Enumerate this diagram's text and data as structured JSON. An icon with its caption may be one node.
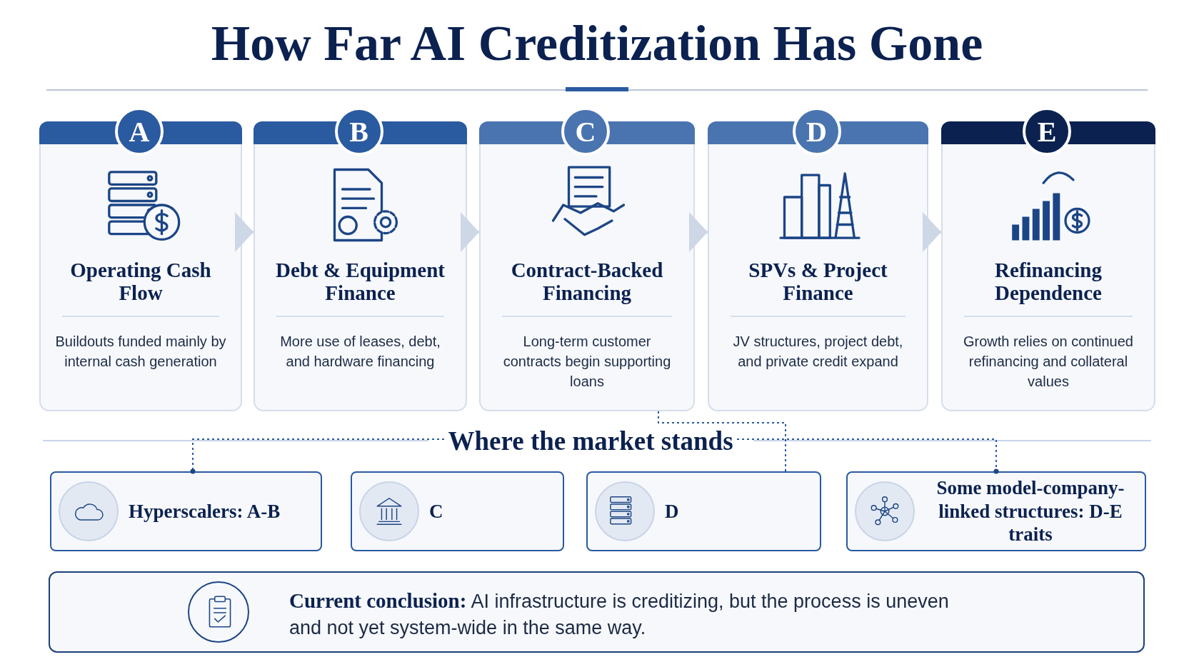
{
  "diagram": {
    "title": "How Far AI Creditization Has Gone",
    "nodes": [
      {
        "text": [
          "A",
          "Operating Cash Flow",
          "Buildouts funded mainly by internal cash generation"
        ]
      },
      {
        "text": [
          "B",
          "Debt & Equipment Finance",
          "More use of leases, debt, and hardware financing"
        ]
      },
      {
        "text": [
          "C",
          "Contract-Backed Financing",
          "Long-term customer contracts begin supporting loans"
        ]
      },
      {
        "text": [
          "D",
          "SPVs & Project Finance",
          "JV structures, project debt, and private credit expand"
        ]
      },
      {
        "text": [
          "E",
          "Refinancing Dependence",
          "Growth relies on continued refinancing and collateral values"
        ]
      },
      {
        "text": [
          "Where the market stands"
        ]
      },
      {
        "text": [
          "Hyperscalers: A-B"
        ]
      },
      {
        "text": [
          "C"
        ]
      },
      {
        "text": [
          "D"
        ]
      },
      {
        "text": [
          "Some model-company-linked structures: D-E traits"
        ]
      },
      {
        "text": [
          "**Current conclusion:** AI infrastructure is creditizing, but the process is uneven and not yet system-wide in the same way."
        ]
      }
    ],
    "edges": [
      {
        "from": 0,
        "to": 1,
        "arrow": "to"
      },
      {
        "from": 1,
        "to": 2,
        "arrow": "to"
      },
      {
        "from": 2,
        "to": 3,
        "arrow": "to"
      },
      {
        "from": 3,
        "to": 4,
        "arrow": "to"
      },
      {
        "from": 2,
        "to": 8,
        "arrow": "none",
        "style": "dashed",
        "color": "#2a5aa0"
      },
      {
        "from": 5,
        "to": 6,
        "arrow": "other",
        "style": "dashed",
        "color": "#2a5aa0"
      },
      {
        "from": 5,
        "to": 9,
        "arrow": "other",
        "style": "dashed",
        "color": "#2a5aa0"
      }
    ]
  }
}
